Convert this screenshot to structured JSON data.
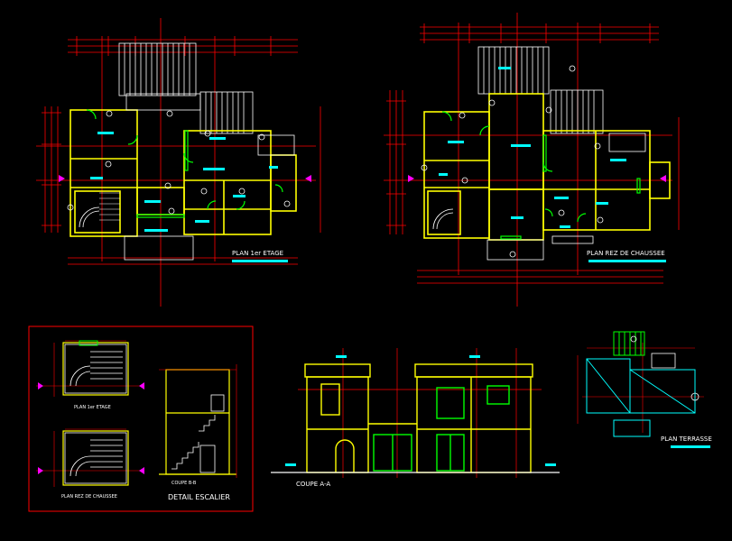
{
  "drawing": {
    "background": "#000000",
    "colors": {
      "wall": "#ffff00",
      "dimension": "#ff0000",
      "grid_axis": "#ff0000",
      "door": "#00ff00",
      "label": "#ffffff",
      "tag": "#00ffff",
      "frame": "#ff0000"
    }
  },
  "views": {
    "plan_1er_etage": {
      "title": "PLAN 1er ETAGE"
    },
    "plan_rez_de_chaussee": {
      "title": "PLAN REZ DE CHAUSSEE"
    },
    "detail_plan_1er_etage": {
      "title": "PLAN 1er ETAGE"
    },
    "detail_plan_rez_de_chaussee": {
      "title": "PLAN REZ DE CHAUSSEE"
    },
    "coupe_bb": {
      "title": "COUPE B-B"
    },
    "detail_escalier": {
      "title": "DETAIL ESCALIER"
    },
    "coupe_aa": {
      "title": "COUPE A-A"
    },
    "plan_terrasse": {
      "title": "PLAN TERRASSE"
    }
  }
}
